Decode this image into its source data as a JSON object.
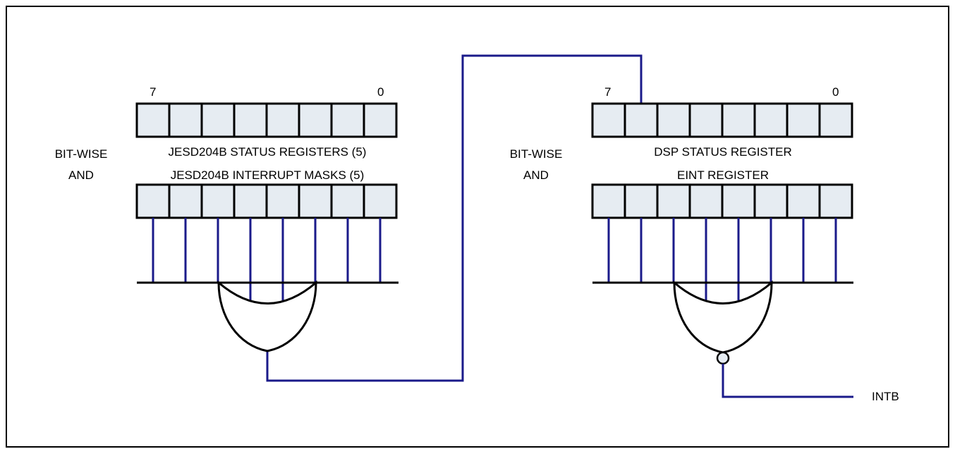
{
  "colors": {
    "wire": "#1a1a8a",
    "cell_fill": "#e6ecf2",
    "outline": "#000000",
    "bubble_fill": "#e6ecf2"
  },
  "left": {
    "bit_high": "7",
    "bit_low": "0",
    "op_line1": "BIT-WISE",
    "op_line2": "AND",
    "top_register_label": "JESD204B STATUS REGISTERS (5)",
    "bottom_register_label": "JESD204B INTERRUPT MASKS (5)",
    "gate": "or-gate-icon"
  },
  "right": {
    "bit_high": "7",
    "bit_low": "0",
    "op_line1": "BIT-WISE",
    "op_line2": "AND",
    "top_register_label": "DSP STATUS REGISTER",
    "bottom_register_label": "EINT REGISTER",
    "gate": "nor-gate-icon"
  },
  "output": {
    "label": "INTB"
  }
}
